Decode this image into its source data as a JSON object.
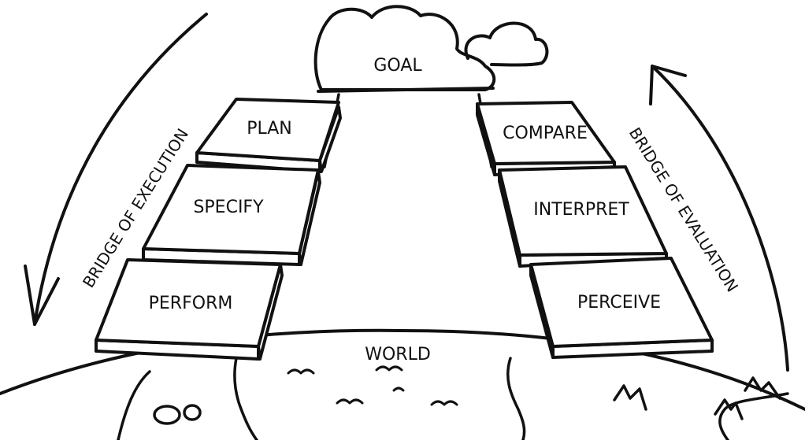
{
  "diagram": {
    "goal_label": "GOAL",
    "world_label": "WORLD",
    "execution": {
      "bridge_label": "BRIDGE OF EXECUTION",
      "steps": [
        "PLAN",
        "SPECIFY",
        "PERFORM"
      ]
    },
    "evaluation": {
      "bridge_label": "BRIDGE OF EVALUATION",
      "steps": [
        "COMPARE",
        "INTERPRET",
        "PERCEIVE"
      ]
    }
  }
}
